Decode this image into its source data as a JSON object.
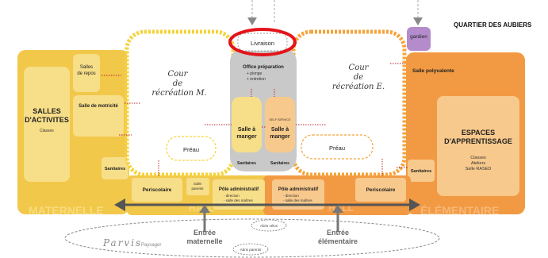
{
  "colors": {
    "maternelle": "#f2c84b",
    "maternelle_light": "#f7de88",
    "elementaire": "#f29a43",
    "elementaire_light": "#f8c98c",
    "grey": "#c9c9c9",
    "highlight": "#e3141a",
    "arrow": "#b5232a",
    "gardien": "#b48ccb"
  },
  "title": "QUARTIER DES AUBIERS",
  "gardien": "gardien",
  "livraison": "Livraison",
  "office": {
    "title": "Office préparation",
    "line1": "+ plonge",
    "line2": "+ entretion"
  },
  "self_service": "SELF SERVICE",
  "salle_manger_left": [
    "Salle à",
    "manger"
  ],
  "salle_manger_right": [
    "Salle à",
    "manger"
  ],
  "sanitaires_centre_left": "Sanitaires",
  "sanitaires_centre_right": "Sanitaires",
  "cour_m": [
    "Cour",
    "de",
    "récréation M."
  ],
  "cour_e": [
    "Cour",
    "de",
    "récréation E."
  ],
  "preau_left": "Préau",
  "preau_right": "Préau",
  "salles_repos": [
    "Salles",
    "de repos"
  ],
  "salle_motricite": "Salle de motricité",
  "salles_activites": [
    "SALLES",
    "D'ACTIVITES"
  ],
  "classes": "Classes",
  "sanitaires_mat": "Sanitaires",
  "maternelle": "MATERNELLE",
  "hall_left": "HALL",
  "hall_right": "HALL",
  "periscolaire_left": "Periscolaire",
  "salle_parents": [
    "Salle",
    "parents"
  ],
  "pole_admin_left": {
    "title": "Pôle administratif",
    "line1": "- direction",
    "line2": "- salle des maîtres"
  },
  "pole_admin_right": {
    "title": "Pôle administratif",
    "line1": "- direction",
    "line2": "- salle des maîtres"
  },
  "periscolaire_right": "Periscolaire",
  "salle_polyvalente": "Salle polyvalente",
  "espaces": [
    "ESPACES",
    "D'APPRENTISSAGE"
  ],
  "espaces_list": [
    "Classes",
    "Ateliers",
    "Salle RASED"
  ],
  "sanitaires_elem": "Sanitaires",
  "elementaire": "ÉLÉMENTAIRE",
  "entree_maternelle": [
    "Entrée",
    "maternelle"
  ],
  "entree_elementaire": [
    "Entrée",
    "élémentaire"
  ],
  "abris_velos": "Abris vélos",
  "abris_parents": "Abris parents",
  "parvis": "Parvis",
  "paysager": "Paysager"
}
